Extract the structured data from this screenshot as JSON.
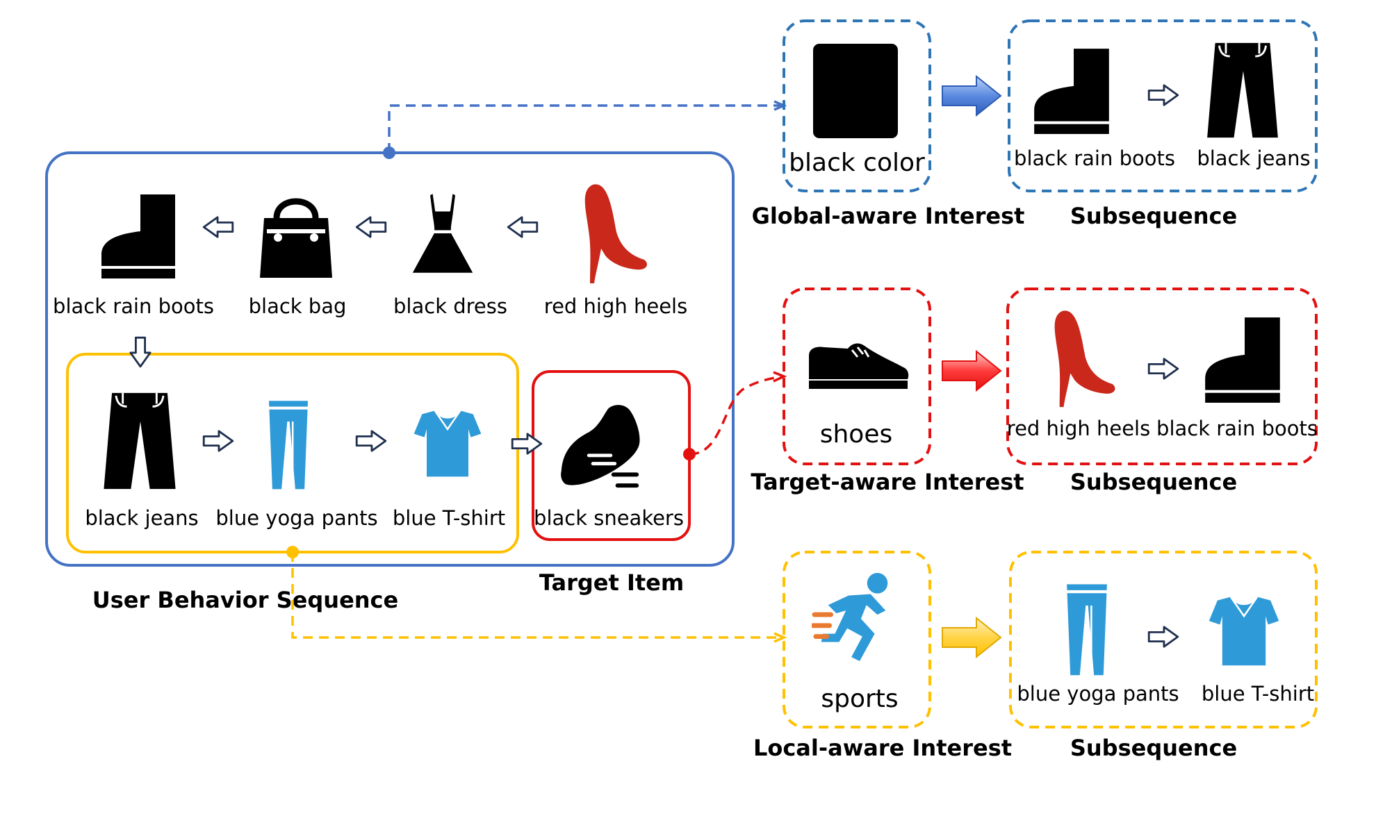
{
  "colors": {
    "blue": "#4472C4",
    "blue_dark": "#2E75B6",
    "yellow": "#FFC000",
    "red": "#E31010",
    "item_blue": "#2E9AD8",
    "item_red": "#C9281B",
    "black": "#000000"
  },
  "sequence": {
    "title": "User Behavior Sequence",
    "row1": [
      {
        "label": "black rain boots",
        "icon": "rain-boot-icon"
      },
      {
        "label": "black bag",
        "icon": "handbag-icon"
      },
      {
        "label": "black dress",
        "icon": "dress-icon"
      },
      {
        "label": "red high heels",
        "icon": "high-heel-icon"
      }
    ],
    "row2": [
      {
        "label": "black jeans",
        "icon": "jeans-icon"
      },
      {
        "label": "blue yoga pants",
        "icon": "yoga-pants-icon"
      },
      {
        "label": "blue T-shirt",
        "icon": "tshirt-icon"
      }
    ]
  },
  "target": {
    "title": "Target Item",
    "label": "black sneakers",
    "icon": "sneaker-icon"
  },
  "interests": [
    {
      "id": "global",
      "title": "Global-aware Interest",
      "label": "black color",
      "icon": "black-square-icon",
      "subsequence_title": "Subsequence",
      "subsequence": [
        "black rain boots",
        "black jeans"
      ]
    },
    {
      "id": "target",
      "title": "Target-aware Interest",
      "label": "shoes",
      "icon": "shoe-icon",
      "subsequence_title": "Subsequence",
      "subsequence": [
        "red high heels",
        "black rain boots"
      ]
    },
    {
      "id": "local",
      "title": "Local-aware Interest",
      "label": "sports",
      "icon": "runner-icon",
      "subsequence_title": "Subsequence",
      "subsequence": [
        "blue yoga pants",
        "blue T-shirt"
      ]
    }
  ]
}
